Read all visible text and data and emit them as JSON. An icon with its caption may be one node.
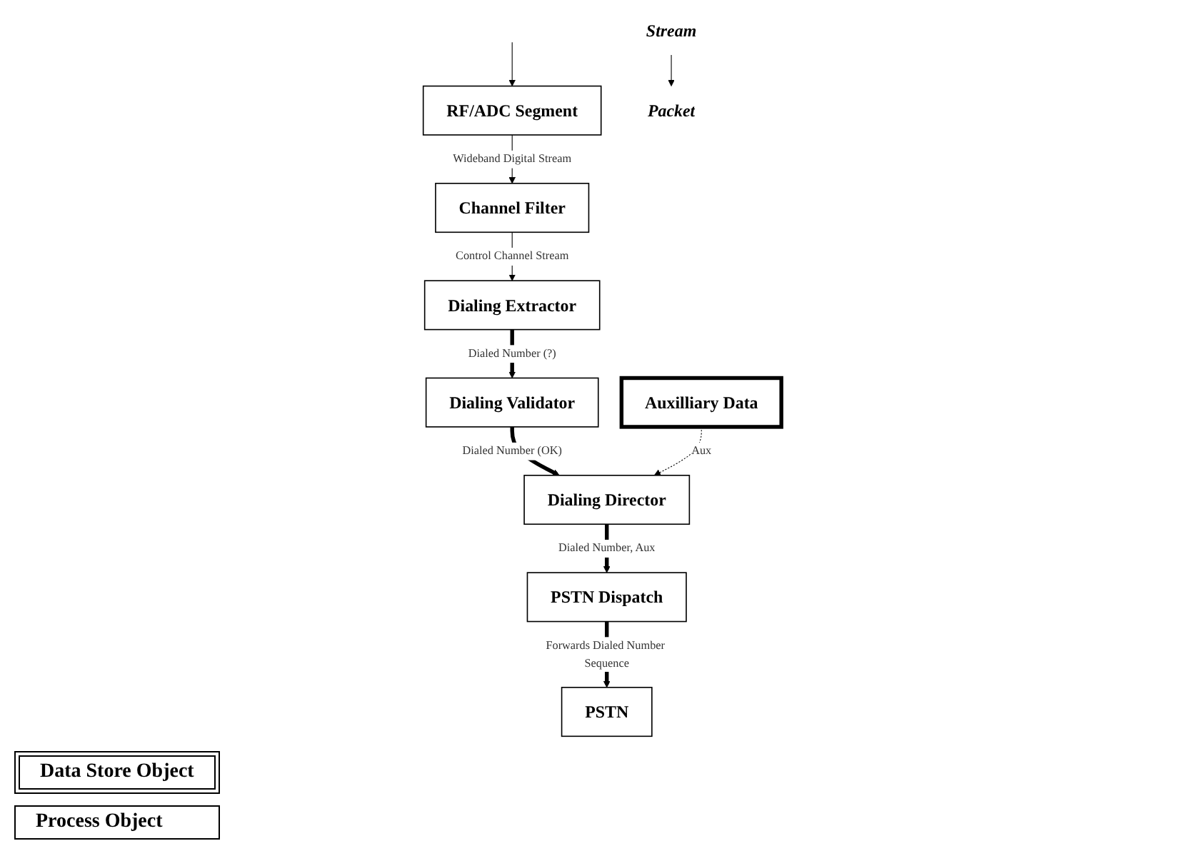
{
  "diagram": {
    "nodes": [
      {
        "text": [
          "RF/ADC Segment"
        ]
      },
      {
        "text": [
          "Channel Filter"
        ]
      },
      {
        "text": [
          "Dialing Extractor"
        ]
      },
      {
        "text": [
          "Dialing Validator"
        ]
      },
      {
        "text": [
          "Dialing Director"
        ]
      },
      {
        "text": [
          "PSTN Dispatch"
        ]
      },
      {
        "text": [
          "PSTN"
        ]
      },
      {
        "text": [
          "Auxilliary Data"
        ]
      },
      {
        "text": [
          "Stream"
        ]
      },
      {
        "text": [
          "Packet"
        ]
      }
    ],
    "edges": [
      {
        "from": null,
        "to": 0,
        "arrow": "to"
      },
      {
        "from": 0,
        "to": 1,
        "arrow": "to",
        "label": "Wideband Digital Stream"
      },
      {
        "from": 1,
        "to": 2,
        "arrow": "to",
        "label": "Control Channel  Stream"
      },
      {
        "from": 2,
        "to": 3,
        "arrow": "to",
        "label": "Dialed Number (?)",
        "style": "thick"
      },
      {
        "from": 3,
        "to": 4,
        "arrow": "to",
        "label": "Dialed Number (OK)",
        "style": "thick"
      },
      {
        "from": 4,
        "to": 5,
        "arrow": "to",
        "label": "Dialed Number, Aux",
        "style": "thick"
      },
      {
        "from": 5,
        "to": 6,
        "arrow": "to",
        "label": "Forwards Dialed Number Sequence",
        "style": "thick"
      },
      {
        "from": 7,
        "to": 4,
        "arrow": "to",
        "label": "Aux",
        "style": "dashed"
      },
      {
        "from": 8,
        "to": 9,
        "arrow": "to"
      }
    ],
    "legend": [
      {
        "text": "Data Store Object"
      },
      {
        "text": "Process Object"
      }
    ]
  }
}
